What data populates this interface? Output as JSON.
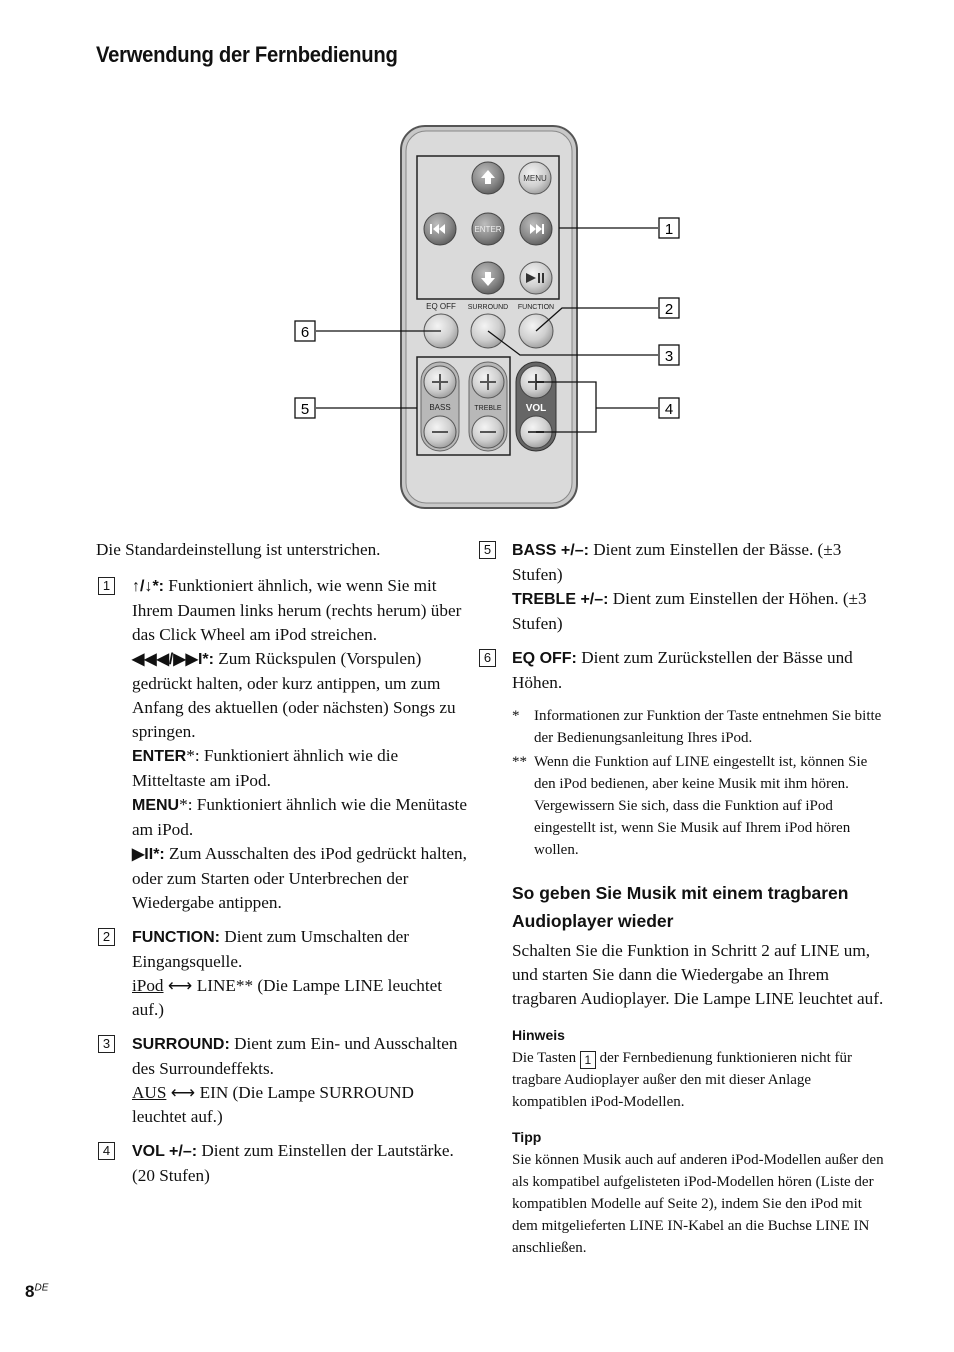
{
  "page": {
    "title": "Verwendung der Fernbedienung",
    "page_number": "8",
    "page_suffix": "DE"
  },
  "figure": {
    "button_labels": {
      "menu": "MENU",
      "enter": "ENTER",
      "eq_off": "EQ OFF",
      "surround": "SURROUND",
      "function": "FUNCTION",
      "bass": "BASS",
      "treble": "TREBLE",
      "vol": "VOL"
    },
    "callouts": [
      "1",
      "2",
      "3",
      "4",
      "5",
      "6"
    ]
  },
  "left": {
    "intro": "Die Standardeinstellung ist unterstrichen.",
    "item1": {
      "num": "1",
      "a_key": "↑/↓*:",
      "a_text": " Funktioniert ähnlich, wie wenn Sie mit Ihrem Daumen links herum (rechts herum) über das Click Wheel am iPod streichen.",
      "b_key": "◀◀◀/▶▶I*:",
      "b_text": " Zum Rückspulen (Vorspulen) gedrückt halten, oder kurz antippen, um zum Anfang des aktuellen (oder nächsten) Songs zu springen.",
      "c_key": "ENTER",
      "c_star": "*:",
      "c_text": " Funktioniert ähnlich wie die Mitteltaste am iPod.",
      "d_key": "MENU",
      "d_star": "*:",
      "d_text": " Funktioniert ähnlich wie die Menütaste am iPod.",
      "e_key": "▶II*:",
      "e_text": " Zum Ausschalten des iPod gedrückt halten, oder zum Starten oder Unterbrechen der Wiedergabe antippen."
    },
    "item2": {
      "num": "2",
      "key": "FUNCTION:",
      "text": " Dient zum Umschalten der Eingangsquelle.",
      "opt_default": "iPod",
      "arrow": " ⟷ ",
      "opt_text": "LINE** (Die Lampe LINE leuchtet auf.)"
    },
    "item3": {
      "num": "3",
      "key": "SURROUND:",
      "text": " Dient zum Ein- und Ausschalten des Surroundeffekts.",
      "opt_default": "AUS",
      "arrow": " ⟷ ",
      "opt_text": "EIN (Die Lampe SURROUND leuchtet auf.)"
    },
    "item4": {
      "num": "4",
      "key": "VOL +/–:",
      "text": " Dient zum Einstellen der Lautstärke. (20 Stufen)"
    }
  },
  "right": {
    "item5": {
      "num": "5",
      "key": "BASS +/–:",
      "text": " Dient zum Einstellen der Bässe. (±3 Stufen)",
      "key2": "TREBLE +/–:",
      "text2": " Dient zum Einstellen der Höhen. (±3 Stufen)"
    },
    "item6": {
      "num": "6",
      "key": "EQ OFF:",
      "text": " Dient zum Zurückstellen der Bässe und Höhen."
    },
    "note1_star": "*",
    "note1": "Informationen zur Funktion der Taste entnehmen Sie bitte der Bedienungsanleitung Ihres iPod.",
    "note2_star": "**",
    "note2": "Wenn die Funktion auf LINE eingestellt ist, können Sie den iPod bedienen, aber keine Musik mit ihm hören. Vergewissern Sie sich, dass die Funktion auf iPod eingestellt ist, wenn Sie Musik auf Ihrem iPod hören wollen.",
    "heading": "So geben Sie Musik mit einem tragbaren Audioplayer wieder",
    "body": "Schalten Sie die Funktion in Schritt 2 auf LINE um, und starten Sie dann die Wiedergabe an Ihrem tragbaren Audioplayer. Die Lampe LINE leuchtet auf.",
    "hinweis_title": "Hinweis",
    "hinweis_pre": "Die Tasten ",
    "hinweis_num": "1",
    "hinweis_post": " der Fernbedienung funktionieren nicht für tragbare Audioplayer außer den mit dieser Anlage kompatiblen iPod-Modellen.",
    "tipp_title": "Tipp",
    "tipp": "Sie können Musik auch auf anderen iPod-Modellen außer den als kompatibel aufgelisteten iPod-Modellen hören (Liste der kompatiblen Modelle auf Seite 2), indem Sie den iPod mit dem mitgelieferten LINE IN-Kabel an die Buchse LINE IN anschließen."
  }
}
